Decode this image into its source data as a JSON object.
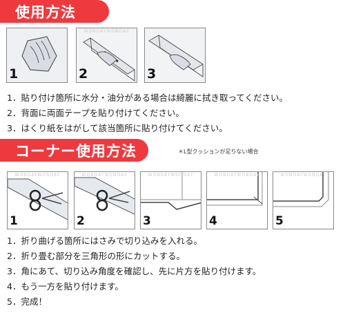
{
  "usage": {
    "title": "使用方法",
    "panel_numbers": [
      "1",
      "2",
      "3"
    ],
    "watermark": "WONDAYWONDAY",
    "steps": [
      "1．貼り付け箇所に水分・油分がある場合は綺麗に拭き取ってください。",
      "2．背面に両面テープを貼り付けてください。",
      "3．はくり紙をはがして該当箇所に貼り付けてください。"
    ]
  },
  "corner": {
    "title": "コーナー使用方法",
    "note": "＊L型クッションが足りない場合",
    "panel_numbers": [
      "1",
      "2",
      "3",
      "4",
      "5"
    ],
    "watermark": "WONDAYWONDAY",
    "steps": [
      "1．折り曲げる箇所にはさみで切り込みを入れる。",
      "2．折り畳む部分を三角形の形にカットする。",
      "3．角にあて、切り込み角度を確認し、先に片方を貼り付けます。",
      "4．もう一方を貼り付けます。",
      "5．完成！"
    ]
  },
  "colors": {
    "accent": "#ee3a3f",
    "panel_fill": "#e6e9ee"
  }
}
